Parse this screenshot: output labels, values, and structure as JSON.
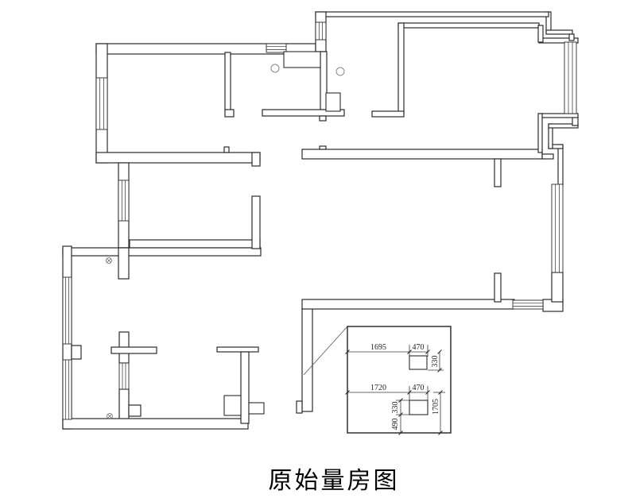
{
  "title": "原始量房图",
  "inset": {
    "dim_1695": "1695",
    "dim_470_top": "470",
    "dim_330_right": "330",
    "dim_1720": "1720",
    "dim_470_mid": "470",
    "dim_330_left": "330",
    "dim_490_left": "490",
    "dim_1705_right": "1705"
  },
  "colors": {
    "line": "#2b2b2b",
    "background": "#ffffff"
  }
}
